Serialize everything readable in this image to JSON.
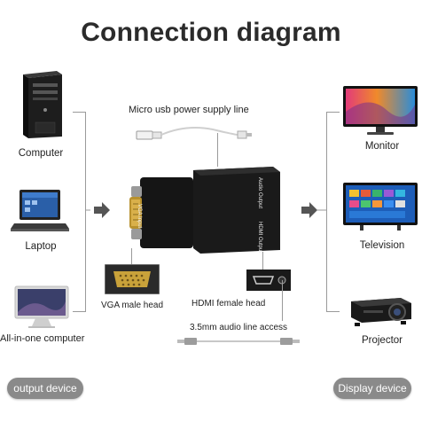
{
  "title": "Connection diagram",
  "left_devices": [
    {
      "label": "Computer",
      "icon": "computer-tower-icon"
    },
    {
      "label": "Laptop",
      "icon": "laptop-icon"
    },
    {
      "label": "All-in-one computer",
      "icon": "all-in-one-computer-icon"
    }
  ],
  "right_devices": [
    {
      "label": "Monitor",
      "icon": "monitor-icon"
    },
    {
      "label": "Television",
      "icon": "television-icon"
    },
    {
      "label": "Projector",
      "icon": "projector-icon"
    }
  ],
  "center": {
    "power_label": "Micro usb power supply line",
    "vga_label": "VGA male head",
    "hdmi_label": "HDMI female head",
    "audio_label": "3.5mm audio line access",
    "adapter_vga_text": "VGA Input",
    "adapter_audio_text": "Audio Output",
    "adapter_hdmi_text": "HDMI Output"
  },
  "footer": {
    "left_pill": "output device",
    "right_pill": "Display device"
  },
  "colors": {
    "pill_bg": "#8a8a8a",
    "bracket": "#9a9a9a",
    "adapter_body": "#1a1a1a",
    "vga_pins": "#c9a23a"
  }
}
